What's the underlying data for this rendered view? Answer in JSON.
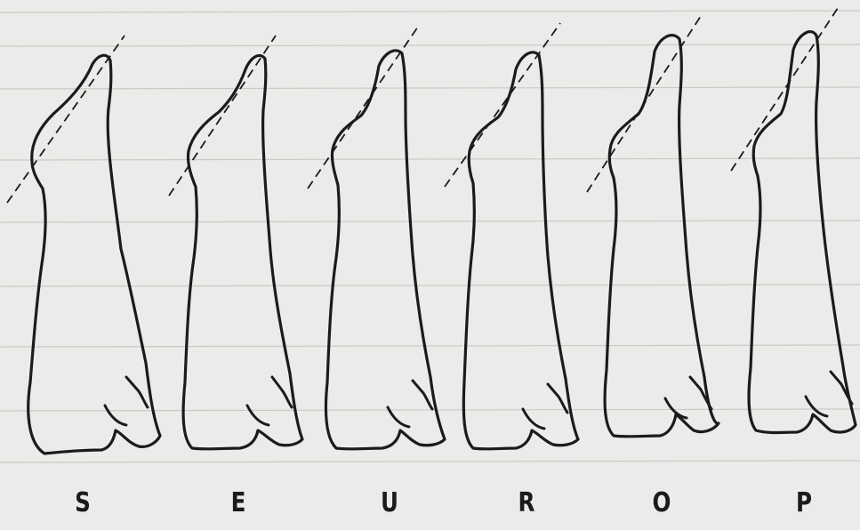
{
  "figure": {
    "carcasses": [
      {
        "id": "S",
        "label": "S"
      },
      {
        "id": "E",
        "label": "E"
      },
      {
        "id": "U",
        "label": "U"
      },
      {
        "id": "R",
        "label": "R"
      },
      {
        "id": "O",
        "label": "O"
      },
      {
        "id": "P",
        "label": "P"
      }
    ]
  }
}
